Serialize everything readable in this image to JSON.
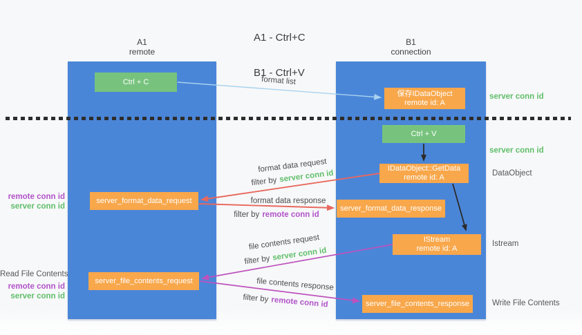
{
  "title": {
    "line1": "A1 - Ctrl+C",
    "line2": "B1 - Ctrl+V"
  },
  "columns": {
    "a1": {
      "name": "A1",
      "subtitle": "remote"
    },
    "b1": {
      "name": "B1",
      "subtitle": "connection"
    }
  },
  "nodes": {
    "ctrl_c": {
      "label": "Ctrl + C"
    },
    "save_idataobject": {
      "line1": "保存IDataObject",
      "line2": "remote id: A"
    },
    "ctrl_v": {
      "label": "Ctrl + V"
    },
    "getdata": {
      "line1": "IDataObject::GetData",
      "line2": "remote id: A"
    },
    "format_request": {
      "label": "server_format_data_request"
    },
    "format_response": {
      "label": "server_format_data_response"
    },
    "istream": {
      "line1": "IStream",
      "line2": "remote id: A"
    },
    "file_request": {
      "label": "server_file_contents_request"
    },
    "file_response": {
      "label": "server_file_contents_response"
    }
  },
  "flow_labels": {
    "format_list": "format list",
    "format_data_request": "format data request",
    "format_data_response": "format data response",
    "file_contents_request": "file contents request",
    "file_contents_response": "file contents response",
    "filter_by": "filter by",
    "server_conn_id": "server conn id",
    "remote_conn_id": "remote conn id"
  },
  "right_labels": {
    "server_conn_id_top": "server conn id",
    "server_conn_id_mid": "server conn id",
    "dataobject": "DataObject",
    "istream": "Istream",
    "write_file_contents": "Write File Contents"
  },
  "left_labels": {
    "remote_conn_id_1": "remote conn id",
    "server_conn_id_1": "server conn id",
    "read_file_contents": "Read File Contents",
    "remote_conn_id_2": "remote conn id",
    "server_conn_id_2": "server conn id"
  },
  "colors": {
    "column_blue": "#4a86d8",
    "node_green": "#77c37e",
    "node_orange": "#f8a74b",
    "conn_id_green": "#5fbe6a",
    "conn_id_purple": "#b153c9",
    "arrow_blue": "#a8d2ee",
    "arrow_red": "#e8685e",
    "arrow_purple": "#bd52bd",
    "arrow_black": "#2b2b2b",
    "dash_line": "#2d2d2d"
  }
}
